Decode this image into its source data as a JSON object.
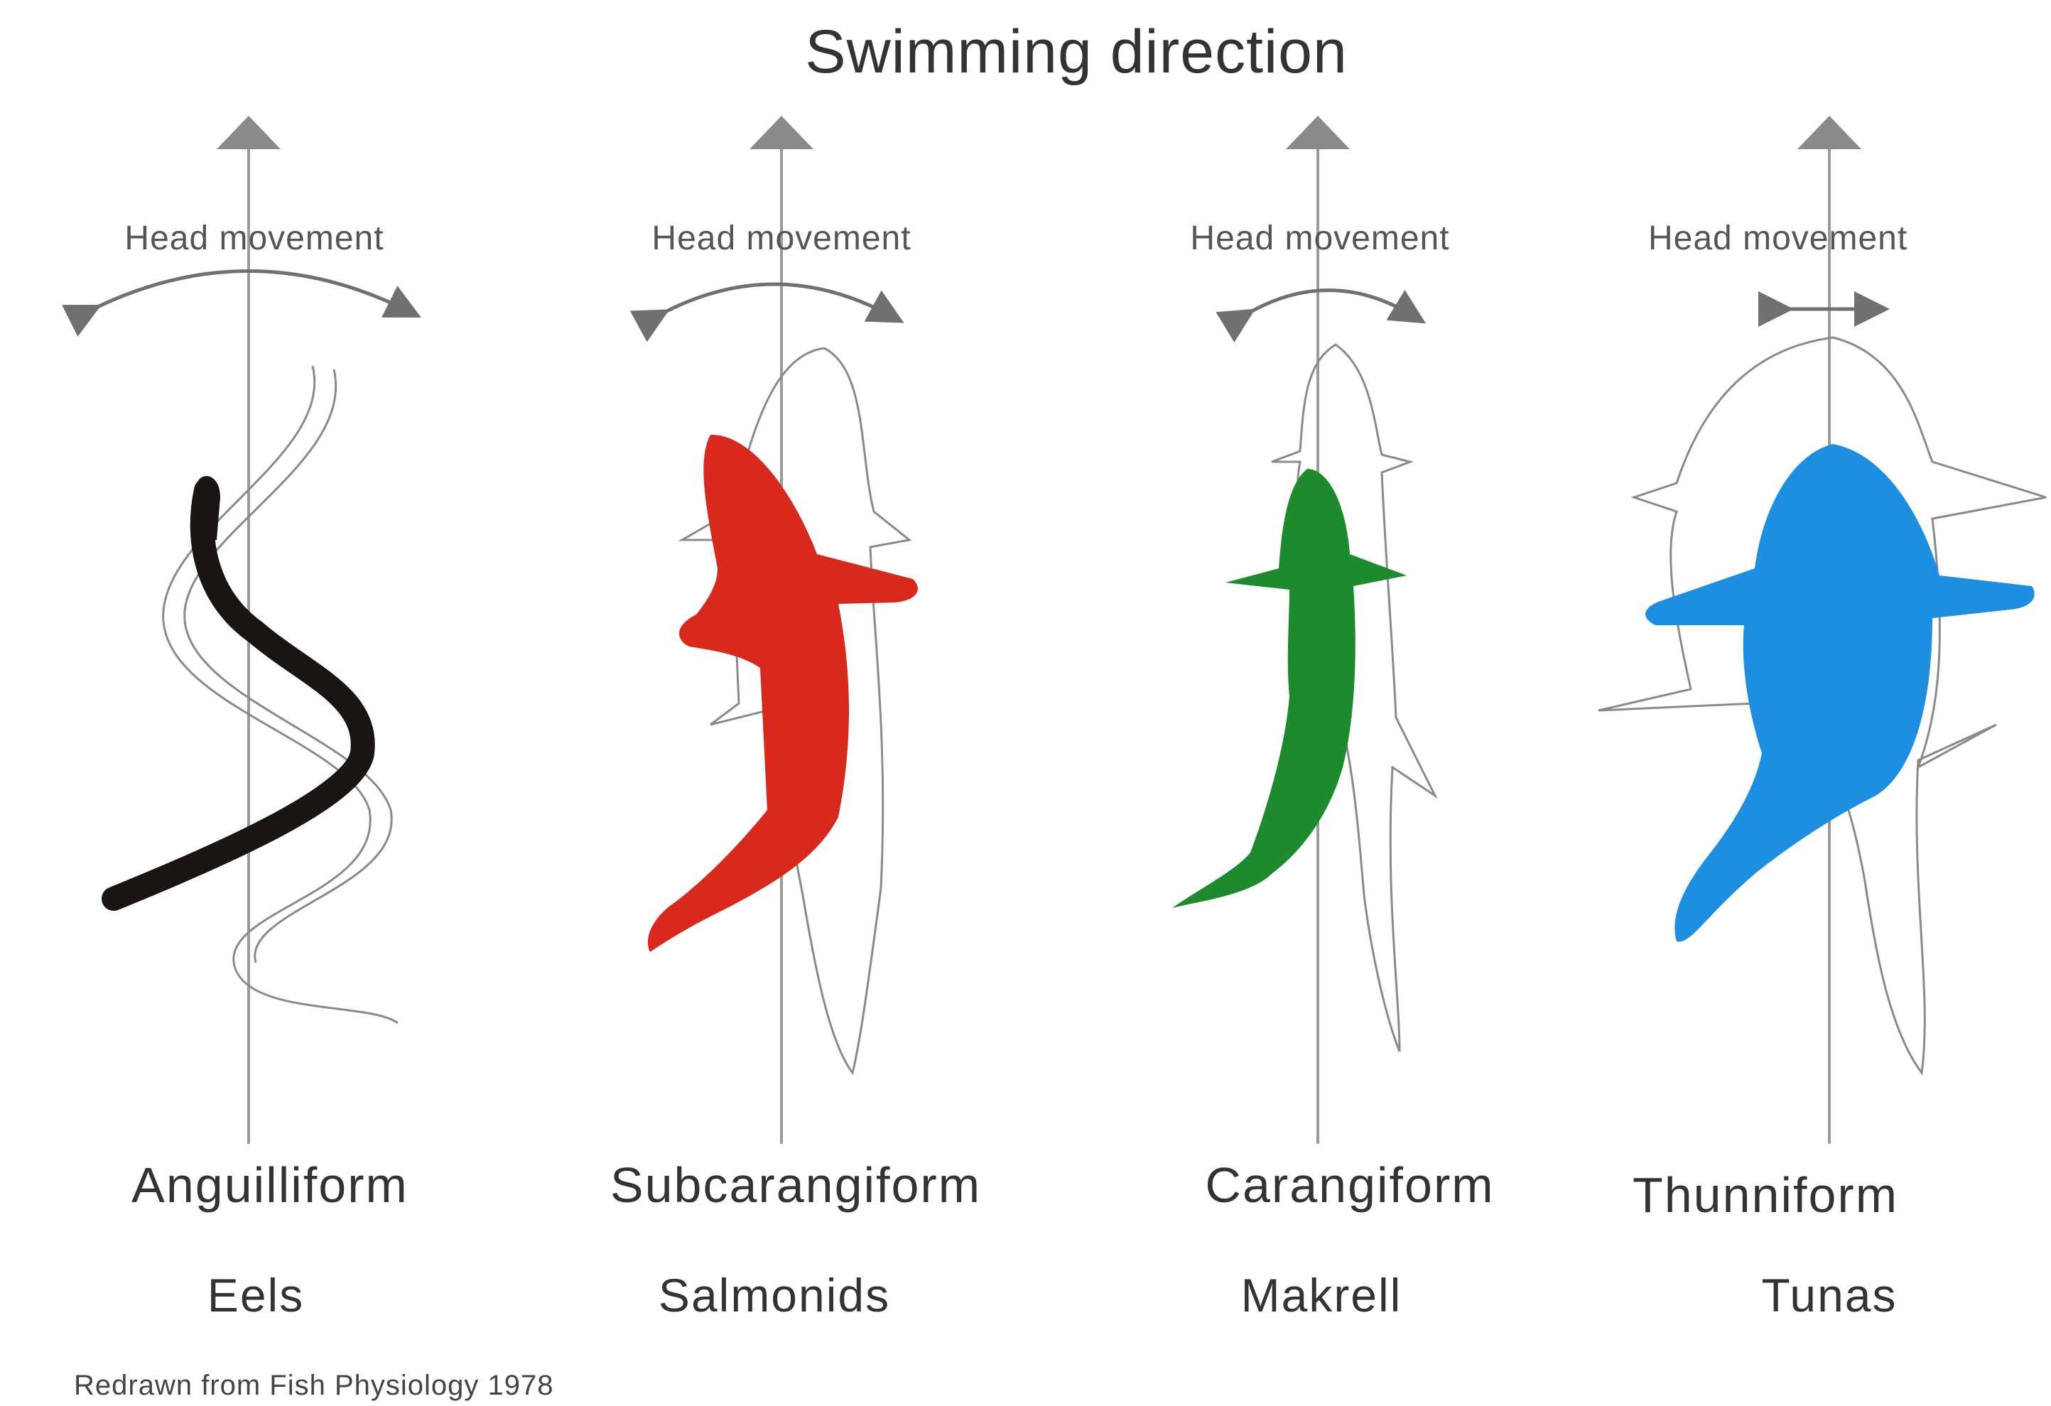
{
  "title": "Swimming direction",
  "head_movement_label": "Head movement",
  "modes": [
    {
      "name": "Anguilliform",
      "example": "Eels",
      "color": "#1a1412",
      "icon": "eel-silhouette-icon"
    },
    {
      "name": "Subcarangiform",
      "example": "Salmonids",
      "color": "#d8291c",
      "icon": "salmonid-silhouette-icon"
    },
    {
      "name": "Carangiform",
      "example": "Makrell",
      "color": "#1e8a2e",
      "icon": "mackerel-silhouette-icon"
    },
    {
      "name": "Thunniform",
      "example": "Tunas",
      "color": "#1e8fe0",
      "icon": "tuna-silhouette-icon"
    }
  ],
  "credit": "Redrawn from Fish Physiology 1978",
  "colors": {
    "axis": "#9a9a9a",
    "arrow": "#707070",
    "outline": "#8a8a8a"
  }
}
